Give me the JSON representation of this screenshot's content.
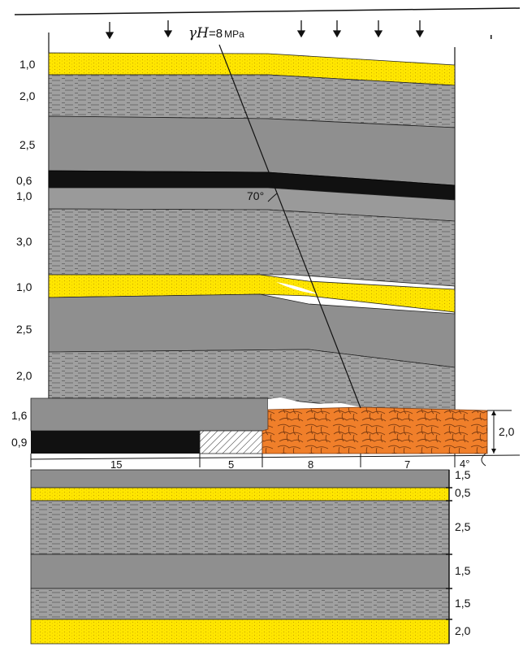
{
  "load": {
    "gamma": "γ",
    "H": "H",
    "value": "=8",
    "unit": "MPa"
  },
  "upper_thickness_labels": [
    "1,0",
    "2,0",
    "2,5",
    "0,6",
    "1,0",
    "3,0",
    "1,0",
    "2,5",
    "2,0",
    "1,6",
    "0,9"
  ],
  "fault_angle_label": "70°",
  "goaf_height_label": "2,0",
  "bottom_dimensions": [
    "15",
    "5",
    "8",
    "7"
  ],
  "small_dimension_label": "4°",
  "lower_thickness_labels": [
    "1,5",
    "0,5",
    "2,5",
    "1,5",
    "1,5",
    "2,0"
  ],
  "colors": {
    "sandstone": "#ffe600",
    "shale": "#9a9a9a",
    "mudstone": "#8f8f8f",
    "coal": "#111111",
    "goaf": "#f07f2a",
    "line": "#1a1a1a"
  }
}
